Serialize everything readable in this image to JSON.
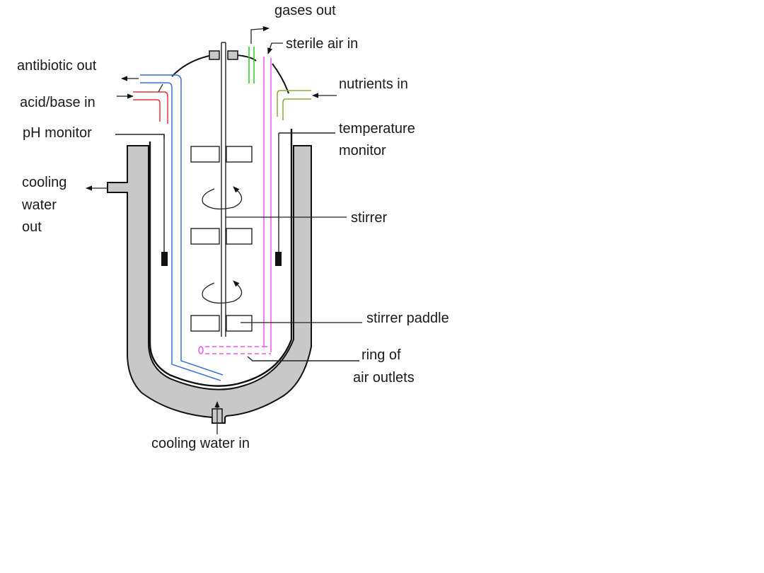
{
  "diagram": {
    "type": "fermenter",
    "labels": {
      "gases_out": "gases out",
      "sterile_air_in": "sterile air in",
      "antibiotic_out": "antibiotic out",
      "acid_base_in": "acid/base in",
      "ph_monitor": "pH monitor",
      "nutrients_in": "nutrients in",
      "temperature_monitor_line1": "temperature",
      "temperature_monitor_line2": "monitor",
      "cooling_water_out_line1": "cooling",
      "cooling_water_out_line2": "water",
      "cooling_water_out_line3": "out",
      "stirrer": "stirrer",
      "stirrer_paddle": "stirrer paddle",
      "ring_of_air_outlets_line1": "ring of",
      "ring_of_air_outlets_line2": "air outlets",
      "cooling_water_in": "cooling water in"
    },
    "colors": {
      "jacket": "#c8c8c8",
      "antibiotic_pipe": "#3a6fd8",
      "acid_base_pipe": "#e8323c",
      "sterile_air_pipe": "#f050f0",
      "gas_out_pipe": "#33cc33",
      "nutrient_pipe": "#88aa33",
      "outline": "#111111"
    }
  }
}
